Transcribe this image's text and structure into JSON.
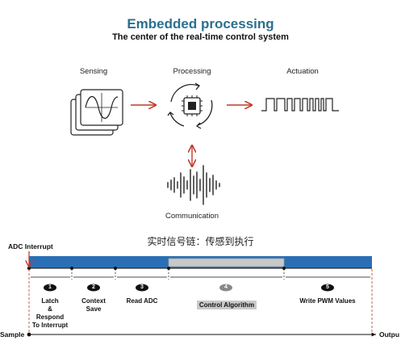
{
  "header": {
    "title": "Embedded processing",
    "subtitle": "The center of the real-time control system"
  },
  "stages": {
    "sensing": "Sensing",
    "processing": "Processing",
    "actuation": "Actuation",
    "communication": "Communication"
  },
  "timeline": {
    "chinese_title": "实时信号链：传感到执行",
    "adc_interrupt": "ADC Interrupt",
    "axis_start": "Sample",
    "axis_end": "Outpu",
    "steps": [
      {
        "number": "1",
        "label_lines": [
          "Latch",
          "&",
          "Respond",
          "To Interrupt"
        ]
      },
      {
        "number": "2",
        "label_lines": [
          "Context",
          "Save"
        ]
      },
      {
        "number": "3",
        "label_lines": [
          "Read ADC"
        ]
      },
      {
        "number": "4",
        "label_lines": [
          "Control Algorithm"
        ]
      },
      {
        "number": "5",
        "label_lines": [
          "Write PWM Values"
        ]
      }
    ]
  },
  "colors": {
    "title": "#2b6f8e",
    "arrow_red": "#c0392b",
    "bar_blue": "#2a6fb5",
    "bar_gray": "#c8c8c8"
  }
}
